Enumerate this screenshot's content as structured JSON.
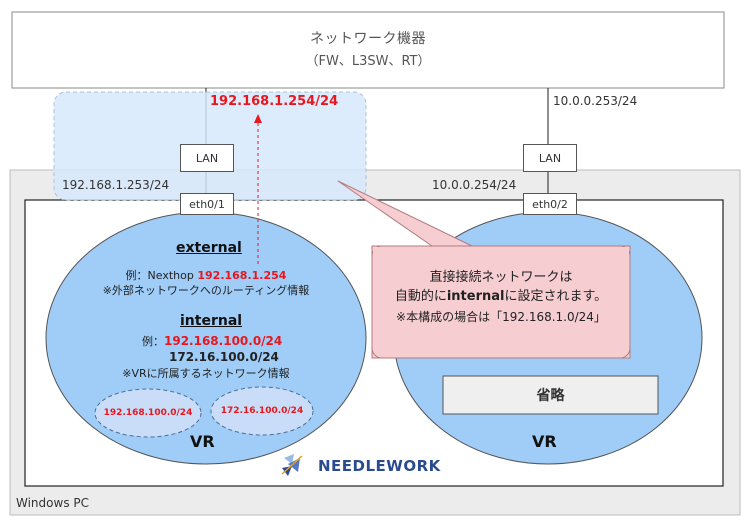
{
  "network_device": {
    "title": "ネットワーク機器",
    "subtitle": "（FW、L3SW、RT）"
  },
  "links": {
    "left_upper_ip": "192.168.1.254/24",
    "right_upper_ip": "10.0.0.253/24",
    "left_lower_ip": "192.168.1.253/24",
    "right_lower_ip": "10.0.0.254/24",
    "left_lan": "LAN",
    "right_lan": "LAN",
    "left_port": "eth0/1",
    "right_port": "eth0/2"
  },
  "windows_pc_label": "Windows PC",
  "vr_left": {
    "external_heading": "external",
    "external_line_prefix": "例：Nexthop ",
    "external_line_ip": "192.168.1.254",
    "external_note": "※外部ネットワークへのルーティング情報",
    "internal_heading": "internal",
    "internal_prefix": "例：",
    "internal_ip1": "192.168.100.0/24",
    "internal_ip2": "172.16.100.0/24",
    "internal_note": "※VRに所属するネットワーク情報",
    "subnet_a": "192.168.100.0/24",
    "subnet_b": "172.16.100.0/24",
    "label": "VR"
  },
  "vr_right": {
    "omitted_label": "省略",
    "label": "VR"
  },
  "callout": {
    "line1": "直接接続ネットワークは",
    "line2_prefix": "自動的に",
    "line2_bold": "internal",
    "line2_suffix": "に設定されます。",
    "note": "※本構成の場合は「192.168.1.0/24」"
  },
  "brand": {
    "name": "NEEDLEWORK"
  },
  "colors": {
    "accent_red": "#e8171d",
    "vr_fill": "#9fcdf8",
    "highlight_fill": "#d6e8fb",
    "callout_fill": "#f6cdd0",
    "pc_fill": "#ececec",
    "brand_blue": "#2a4c8f"
  }
}
